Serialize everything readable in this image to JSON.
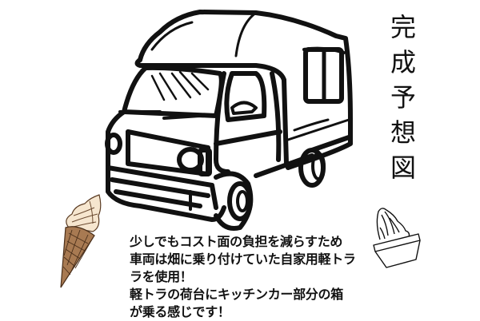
{
  "title": {
    "chars": [
      "完",
      "成",
      "予",
      "想",
      "図"
    ],
    "text": "完成予想図"
  },
  "caption": {
    "lines": [
      "少しでもコスト面の負担を減らすため",
      "車両は畑に乗り付けていた自家用軽トラ",
      "ラを使用！",
      "軽トラの荷台にキッチンカー部分の箱",
      "が乗る感じです！"
    ]
  },
  "illustrations": {
    "truck": "kei-truck-kitchen-car-line-drawing",
    "cone": "soft-serve-ice-cream-cone",
    "cup": "soft-serve-ice-cream-cup"
  },
  "colors": {
    "background": "#ffffff",
    "ink": "#111111",
    "cone_brown": "#a87a52",
    "cream": "#f6e6cf"
  }
}
